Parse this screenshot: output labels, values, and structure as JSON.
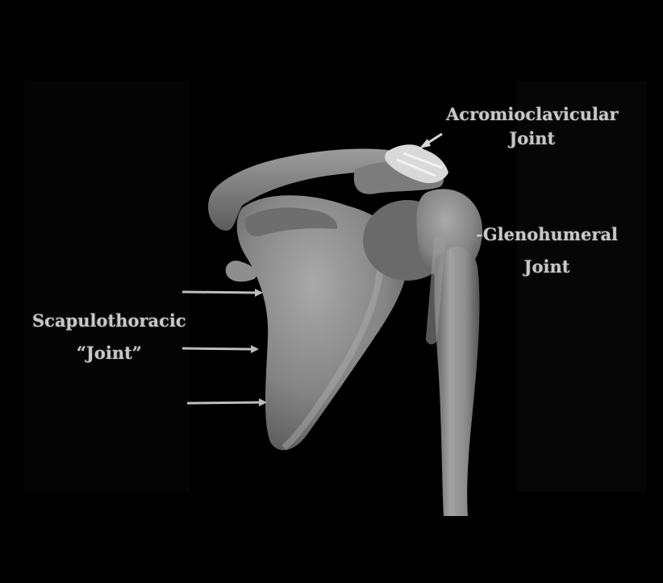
{
  "labels": {
    "acromioclavicular": {
      "line1": "Acromioclavicular",
      "line2": "Joint"
    },
    "glenohumeral": {
      "line1": "-Glenohumeral",
      "line2": "Joint"
    },
    "scapulothoracic": {
      "line1": "Scapulothoracic",
      "line2": "“Joint”"
    }
  },
  "colors": {
    "background": "#000000",
    "bone": "#8a8a8a",
    "bone_highlight": "#b5b5b5",
    "joint_highlight": "#e6e6e6",
    "label": "#c8c8c8",
    "arrow": "#d0d0d0"
  }
}
